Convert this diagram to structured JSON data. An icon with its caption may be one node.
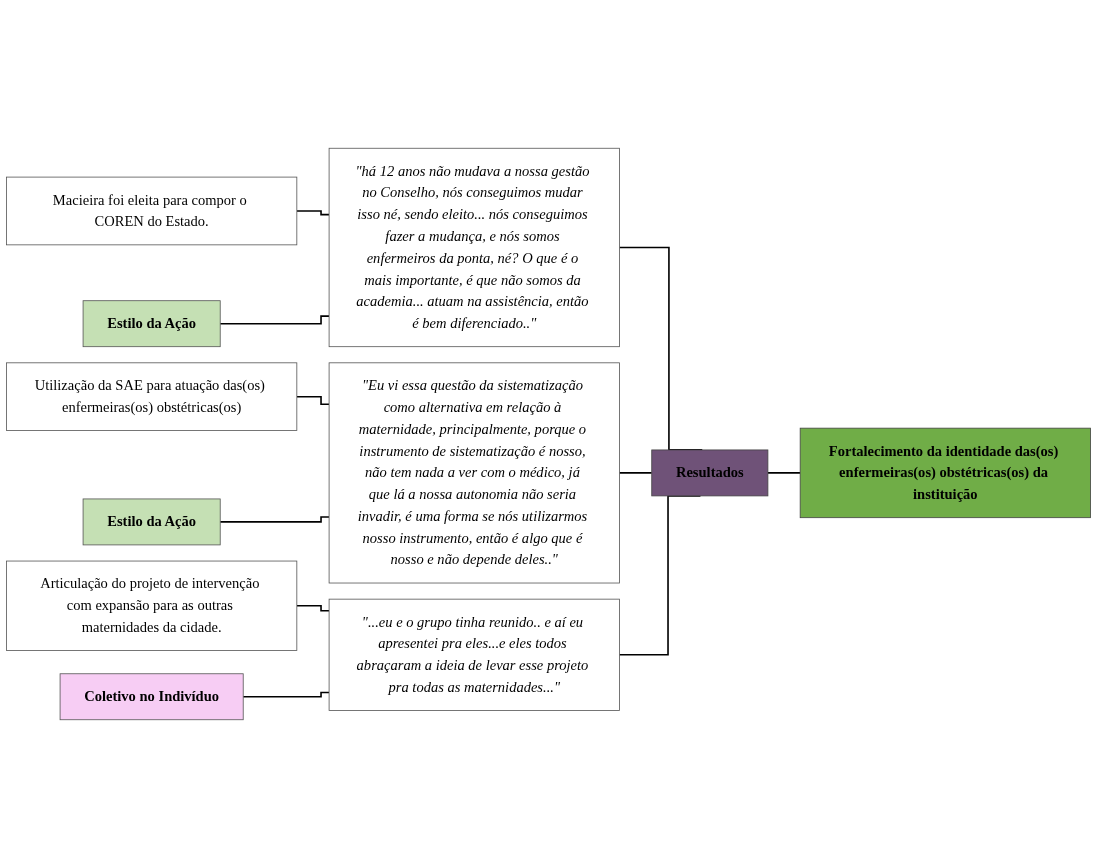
{
  "diagram": {
    "nodes": [
      {
        "text": [
          "Macieira foi eleita para compor o COREN do Estado."
        ]
      },
      {
        "text": [
          "Estilo da Ação"
        ]
      },
      {
        "text": [
          "\"há 12 anos não mudava a nossa gestão no Conselho, nós conseguimos mudar isso né, sendo eleito... nós conseguimos fazer a mudança, e nós somos enfermeiros da ponta, né? O que é o mais importante, é que não somos da academia... atuam na assistência, então é bem diferenciado..\""
        ]
      },
      {
        "text": [
          "Utilização da SAE para atuação das(os) enfermeiras(os) obstétricas(os)"
        ]
      },
      {
        "text": [
          "Estilo da Ação"
        ]
      },
      {
        "text": [
          "\"Eu vi essa questão da sistematização como alternativa em relação à maternidade, principalmente, porque o instrumento de sistematização é nosso, não tem nada a ver com o médico, já que lá a nossa autonomia não seria invadir, é uma forma se nós utilizarmos nosso instrumento, então é algo que é nosso e não depende deles..\""
        ]
      },
      {
        "text": [
          "Articulação do projeto de intervenção com expansão para as outras maternidades da cidade."
        ]
      },
      {
        "text": [
          "Coletivo no Indivíduo"
        ]
      },
      {
        "text": [
          "\"...eu e o grupo tinha reunido.. e aí eu apresentei pra eles...e eles todos abraçaram a ideia de levar esse projeto pra todas as maternidades...\""
        ]
      },
      {
        "text": [
          "Resultados"
        ]
      },
      {
        "text": [
          "Fortalecimento da identidade das(os) enfermeiras(os) obstétricas(os) da instituição"
        ]
      }
    ],
    "edges": [
      {
        "from": 0,
        "to": 2,
        "arrow": "none"
      },
      {
        "from": 1,
        "to": 2,
        "arrow": "none"
      },
      {
        "from": 3,
        "to": 5,
        "arrow": "none"
      },
      {
        "from": 4,
        "to": 5,
        "arrow": "none"
      },
      {
        "from": 6,
        "to": 8,
        "arrow": "none"
      },
      {
        "from": 7,
        "to": 8,
        "arrow": "none"
      },
      {
        "from": 2,
        "to": 9,
        "arrow": "none"
      },
      {
        "from": 5,
        "to": 9,
        "arrow": "none"
      },
      {
        "from": 8,
        "to": 9,
        "arrow": "none"
      },
      {
        "from": 9,
        "to": 10,
        "arrow": "none"
      }
    ]
  }
}
